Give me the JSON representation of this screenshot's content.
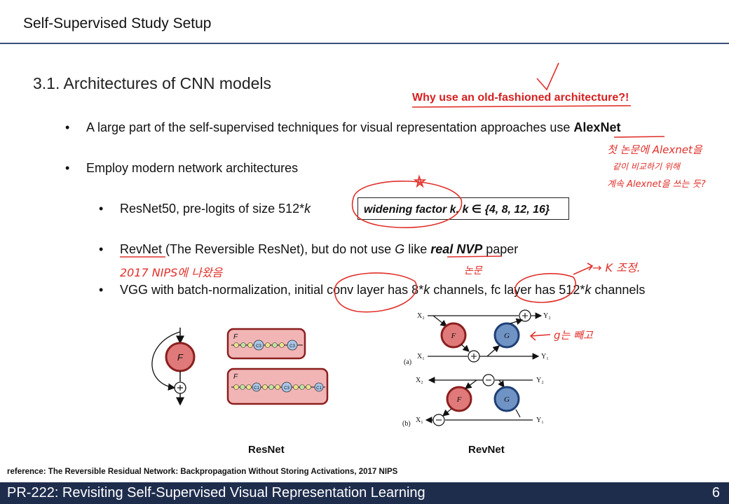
{
  "header": {
    "title": "Self-Supervised Study Setup"
  },
  "section": {
    "heading": "3.1. Architectures of CNN models"
  },
  "annotation": {
    "question": "Why use an old-fashioned architecture?!"
  },
  "bullets": {
    "b1": {
      "text": "A large part of the self-supervised techniques for visual representation approaches use ",
      "bold": "AlexNet"
    },
    "b2": {
      "text": "Employ modern network architectures"
    },
    "b3": {
      "pre": "ResNet50, pre-logits of size 512*",
      "var": "k"
    },
    "b4": {
      "revnet": "RevNet",
      "mid": " (The Reversible ResNet), but do not use ",
      "g": "G",
      "like": " like ",
      "bold": "real NVP",
      "end": " paper"
    },
    "b5": {
      "p1": "VGG with batch-normalization, initial conv layer has 8*",
      "k1": "k",
      "p2": " channels, fc layer has 512*",
      "k2": "k",
      "p3": " channels"
    },
    "dot": "•"
  },
  "boxed": {
    "text": "widening factor k, k ∈ {4, 8, 12, 16}"
  },
  "handwriting": {
    "note1": "첫 논문에 Alexnet을",
    "note2": "같이 비교하기 위해",
    "note3": "계속 Alexnet을 쓰는 듯?",
    "note4": "2017 NIPS에 나왔음",
    "note5": "논문",
    "note6": "→ K 조정.",
    "note7": "g는 빼고"
  },
  "figure": {
    "resnet_caption": "ResNet",
    "revnet_caption": "RevNet",
    "labels": {
      "F": "F",
      "G": "G",
      "a": "(a)",
      "b": "(b)",
      "x1": "X₁",
      "x2": "X₂",
      "y1": "Y₁",
      "y2": "Y₂",
      "c3": "C3",
      "c1": "C1"
    }
  },
  "reference": "reference: The Reversible Residual Network: Backpropagation Without Storing Activations, 2017 NIPS",
  "footer": {
    "title": "PR-222: Revisiting Self-Supervised Visual Representation Learning",
    "page": "6"
  },
  "colors": {
    "accent": "#1f2d4d",
    "annotation_red": "#d62020",
    "f_block": "#e07a7a",
    "g_block": "#6f93c4"
  }
}
